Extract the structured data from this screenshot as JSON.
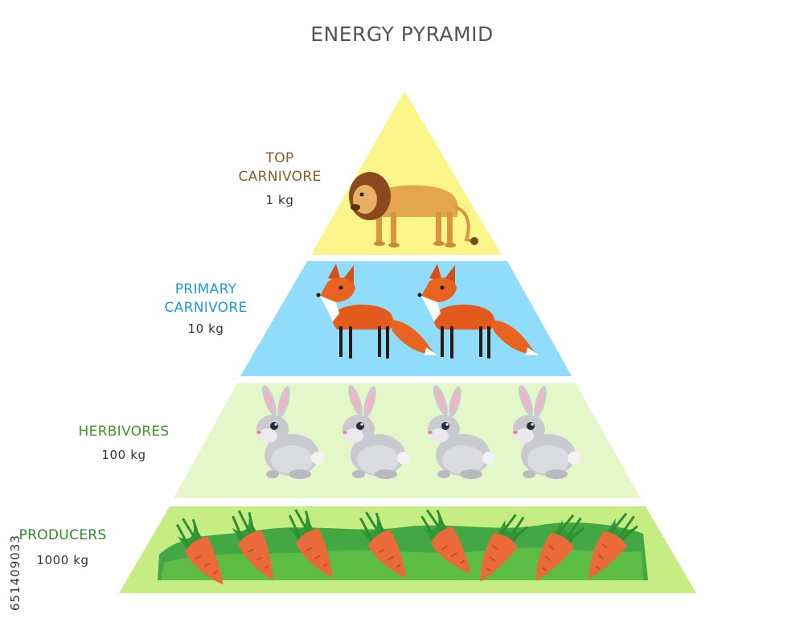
{
  "title": "ENERGY PYRAMID",
  "levels": [
    {
      "name_line1": "TOP",
      "name_line2": "CARNIVORE",
      "amount": "1 kg",
      "color": "#fcf58a",
      "label_color": "#8b5a2b",
      "organism": "lion-icon"
    },
    {
      "name_line1": "PRIMARY",
      "name_line2": "CARNIVORE",
      "amount": "10 kg",
      "color": "#8fdcfb",
      "label_color": "#1e9be0",
      "organism": "fox-icon"
    },
    {
      "name_line1": "HERBIVORES",
      "name_line2": "",
      "amount": "100 kg",
      "color": "#e3f7c8",
      "label_color": "#3d9a26",
      "organism": "rabbit-icon"
    },
    {
      "name_line1": "PRODUCERS",
      "name_line2": "",
      "amount": "1000 kg",
      "color": "#c6ec84",
      "label_color": "#2b8a2b",
      "organism": "carrot-icon"
    }
  ],
  "stock_id": "651409033"
}
